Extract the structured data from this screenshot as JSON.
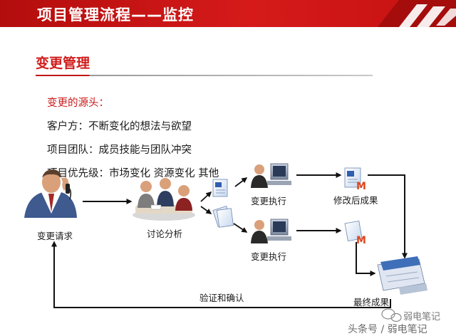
{
  "header": {
    "title": "项目管理流程——监控"
  },
  "section": {
    "title": "变更管理"
  },
  "sources": {
    "heading": "变更的源头：",
    "lines": [
      "客户方：不断变化的想法与欲望",
      "项目团队：成员技能与团队冲突",
      "项目优先级：市场变化   资源变化   其他"
    ]
  },
  "flow": {
    "request": "变更请求",
    "discussion": "讨论分析",
    "execute_top": "变更执行",
    "execute_bottom": "变更执行",
    "revised_result": "修改后成果",
    "final_result": "最终成果",
    "verify": "验证和确认"
  },
  "watermark": {
    "logo_text": "弱电笔记",
    "source_text": "头条号 / 弱电笔记"
  },
  "colors": {
    "banner": "#c81414",
    "accent": "#d11b1b",
    "arrow": "#111111"
  }
}
